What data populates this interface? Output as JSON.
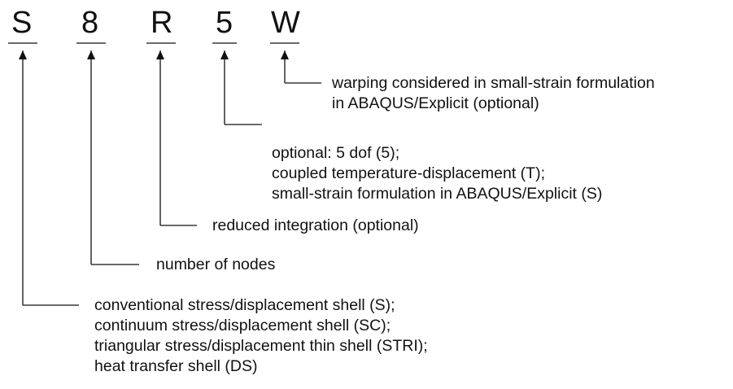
{
  "code": {
    "letters": [
      "S",
      "8",
      "R",
      "5",
      "W"
    ]
  },
  "descriptions": {
    "warping": [
      "warping considered in small-strain formulation",
      "in ABAQUS/Explicit (optional)"
    ],
    "dof": [
      "optional: 5 dof (5);",
      "coupled temperature-displacement (T);",
      "small-strain formulation in ABAQUS/Explicit (S)"
    ],
    "reduced": [
      "reduced integration (optional)"
    ],
    "nodes": [
      "number of nodes"
    ],
    "shell": [
      "conventional stress/displacement shell (S);",
      "continuum stress/displacement shell (SC);",
      "triangular stress/displacement thin shell (STRI);",
      "heat transfer shell (DS)"
    ]
  }
}
